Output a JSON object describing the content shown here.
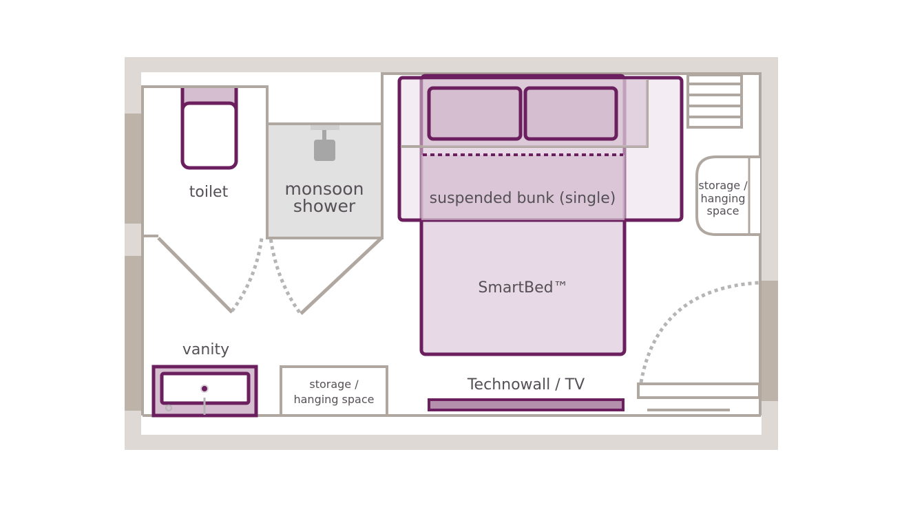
{
  "labels": {
    "toilet": "toilet",
    "shower_line1": "monsoon",
    "shower_line2": "shower",
    "bunk": "suspended bunk (single)",
    "smartbed": "SmartBed™",
    "vanity": "vanity",
    "storage_bottom_line1": "storage /",
    "storage_bottom_line2": "hanging space",
    "storage_right_line1": "storage /",
    "storage_right_line2": "hanging",
    "storage_right_line3": "space",
    "technowall": "Technowall / TV"
  },
  "colors": {
    "outer_wall": "#ded9d5",
    "window": "#bdb3a9",
    "wall_line": "#b0a8a0",
    "accent": "#6b1f5e",
    "bed_fill": "#e7d9e5",
    "bunk_fill": "#d4bed0",
    "shower_fill": "#e2e1e1",
    "door_dotted": "#b5b5b5",
    "text": "#555055"
  }
}
